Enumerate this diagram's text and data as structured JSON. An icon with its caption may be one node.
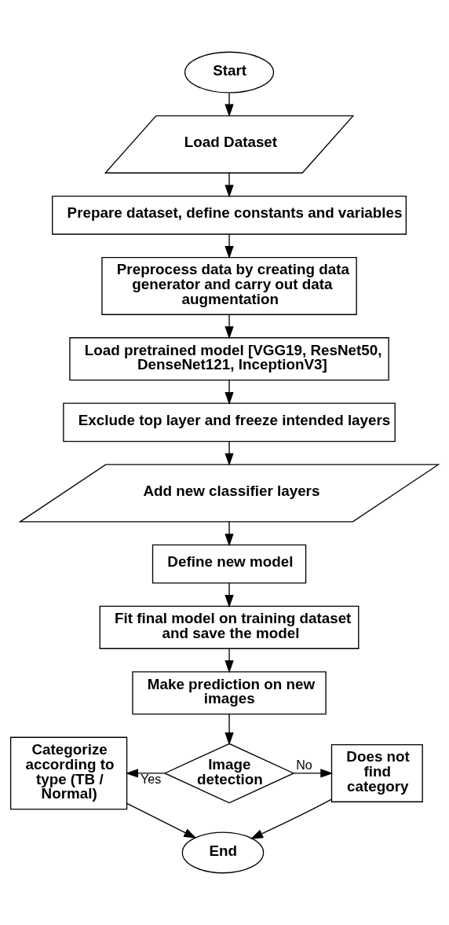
{
  "diagram": {
    "nodes": [
      {
        "text": [
          "Start"
        ]
      },
      {
        "text": [
          "Load Dataset"
        ]
      },
      {
        "text": [
          "Prepare dataset, define constants and variables"
        ]
      },
      {
        "text": [
          "Preprocess data by creating data generator and carry out data augmentation"
        ]
      },
      {
        "text": [
          "Load pretrained model [VGG19, ResNet50, DenseNet121, InceptionV3]"
        ]
      },
      {
        "text": [
          "Exclude top layer and freeze intended layers"
        ]
      },
      {
        "text": [
          "Add new classifier layers"
        ]
      },
      {
        "text": [
          "Define new model"
        ]
      },
      {
        "text": [
          "Fit final model on training dataset and save the model"
        ]
      },
      {
        "text": [
          "Make prediction on new images"
        ]
      },
      {
        "text": [
          "Image detection"
        ]
      },
      {
        "text": [
          "Categorize according to type (TB / Normal)"
        ]
      },
      {
        "text": [
          "Does not find category"
        ]
      },
      {
        "text": [
          "End"
        ]
      }
    ],
    "edges": [
      {
        "from": 0,
        "to": 1,
        "arrow": "to"
      },
      {
        "from": 1,
        "to": 2,
        "arrow": "to"
      },
      {
        "from": 2,
        "to": 3,
        "arrow": "to"
      },
      {
        "from": 3,
        "to": 4,
        "arrow": "to"
      },
      {
        "from": 4,
        "to": 5,
        "arrow": "to"
      },
      {
        "from": 5,
        "to": 6,
        "arrow": "to"
      },
      {
        "from": 6,
        "to": 7,
        "arrow": "to"
      },
      {
        "from": 7,
        "to": 8,
        "arrow": "to"
      },
      {
        "from": 8,
        "to": 9,
        "arrow": "to"
      },
      {
        "from": 9,
        "to": 10,
        "arrow": "to"
      },
      {
        "from": 10,
        "to": 11,
        "arrow": "to",
        "label": "Yes"
      },
      {
        "from": 10,
        "to": 12,
        "arrow": "to",
        "label": "No"
      },
      {
        "from": 11,
        "to": 13,
        "arrow": "to"
      },
      {
        "from": 12,
        "to": 13,
        "arrow": "to"
      }
    ]
  }
}
